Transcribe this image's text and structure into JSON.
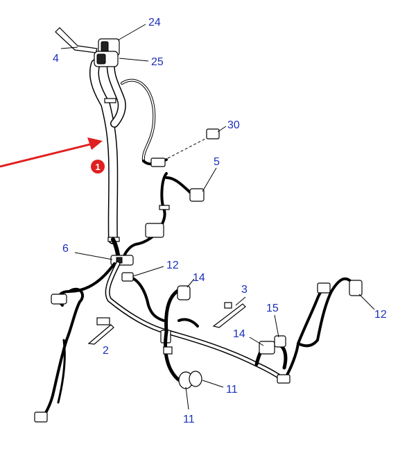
{
  "diagram": {
    "callouts": {
      "c24": "24",
      "c25": "25",
      "c4": "4",
      "c30": "30",
      "c5": "5",
      "c6": "6",
      "c12a": "12",
      "c14a": "14",
      "c3": "3",
      "c15": "15",
      "c12b": "12",
      "c14b": "14",
      "c2": "2",
      "c11a": "11",
      "c11b": "11"
    },
    "highlight": {
      "badge_label": "1",
      "arrow_color": "#e02020",
      "badge_color": "#e02020"
    },
    "colors": {
      "callout_text": "#1a2fb8",
      "line_art": "#000000",
      "background": "#ffffff"
    }
  }
}
